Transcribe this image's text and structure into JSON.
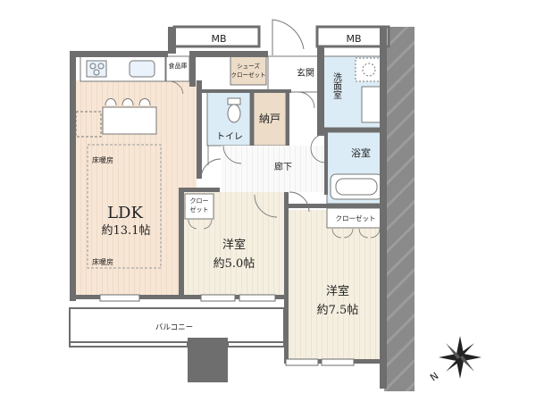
{
  "plan": {
    "mb_left": "MB",
    "mb_right": "MB",
    "pantry": "食品庫",
    "shoe_closet_l1": "シューズ",
    "shoe_closet_l2": "クローゼット",
    "entrance": "玄関",
    "washroom": "洗面室",
    "toilet": "トイレ",
    "storage": "納戸",
    "hallway": "廊下",
    "bathroom": "浴室",
    "ldk_name": "LDK",
    "ldk_size": "約13.1帖",
    "floor_heating_top": "床暖房",
    "floor_heating_bottom": "床暖房",
    "closet_small_l1": "クロー",
    "closet_small_l2": "ゼット",
    "closet_right": "クローゼット",
    "room1_name": "洋室",
    "room1_size": "約5.0帖",
    "room2_name": "洋室",
    "room2_size": "約7.5帖",
    "balcony": "バルコニー",
    "north_mark": "N"
  },
  "colors": {
    "wall": "#6e6e6e",
    "ldk_floor": "#f7e6d6",
    "room_floor": "#f3efe2",
    "wet_area": "#dcecf6",
    "storage_floor": "#ecdcc8",
    "white": "#ffffff"
  }
}
